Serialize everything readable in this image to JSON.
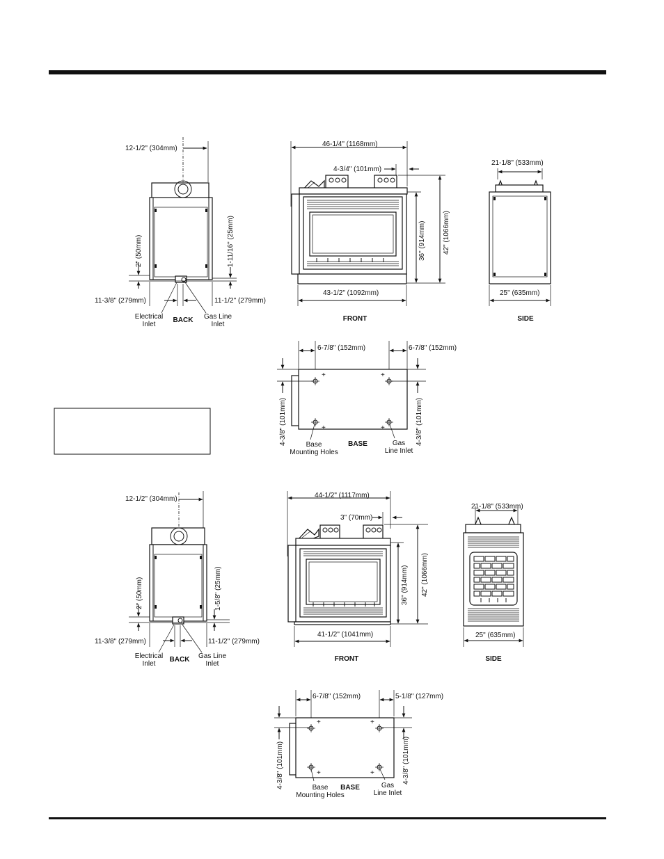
{
  "diagram1": {
    "back": {
      "title": "BACK",
      "dim_top": "12-1/2\" (304mm)",
      "dim_left_vert": "2\" (50mm)",
      "dim_right_vert": "1-11/16\" (25mm)",
      "dim_bottom_left": "11-3/8\" (279mm)",
      "dim_bottom_right": "11-1/2\" (279mm)",
      "label_electrical": [
        "Electrical",
        "Inlet"
      ],
      "label_gas": [
        "Gas Line",
        "Inlet"
      ]
    },
    "front": {
      "title": "FRONT",
      "dim_top": "46-1/4\" (1168mm)",
      "dim_sub": "4-3/4\" (101mm)",
      "dim_height_inner": "36\" (914mm)",
      "dim_height_outer": "42\" (1066mm)",
      "dim_bottom": "43-1/2\" (1092mm)"
    },
    "side": {
      "title": "SIDE",
      "dim_top": "21-1/8\" (533mm)",
      "dim_bottom": "25\" (635mm)"
    },
    "base": {
      "title": "BASE",
      "dim_left": "6-7/8\" (152mm)",
      "dim_right": "6-7/8\" (152mm)",
      "dim_vert_left": "4-3/8\" (101mm)",
      "dim_vert_right": "4-3/8\" (101mm)",
      "label_mount": [
        "Base",
        "Mounting Holes"
      ],
      "label_gas": [
        "Gas",
        "Line Inlet"
      ]
    }
  },
  "diagram2": {
    "back": {
      "title": "BACK",
      "dim_top": "12-1/2\" (304mm)",
      "dim_left_vert": "2\" (50mm)",
      "dim_right_vert": "1-5/8\" (25mm)",
      "dim_bottom_left": "11-3/8\" (279mm)",
      "dim_bottom_right": "11-1/2\" (279mm)",
      "label_electrical": [
        "Electrical",
        "Inlet"
      ],
      "label_gas": [
        "Gas Line",
        "Inlet"
      ]
    },
    "front": {
      "title": "FRONT",
      "dim_top": "44-1/2\" (1117mm)",
      "dim_sub": "3\" (70mm)",
      "dim_height_inner": "36\" (914mm)",
      "dim_height_outer": "42\" (1066mm)",
      "dim_bottom": "41-1/2\" (1041mm)"
    },
    "side": {
      "title": "SIDE",
      "dim_top": "21-1/8\" (533mm)",
      "dim_bottom": "25\" (635mm)"
    },
    "base": {
      "title": "BASE",
      "dim_left": "6-7/8\" (152mm)",
      "dim_right": "5-1/8\" (127mm)",
      "dim_vert_left": "4-3/8\" (101mm)",
      "dim_vert_right": "4-3/8\" (101mm)",
      "label_mount": [
        "Base",
        "Mounting Holes"
      ],
      "label_gas": [
        "Gas",
        "Line Inlet"
      ]
    }
  }
}
